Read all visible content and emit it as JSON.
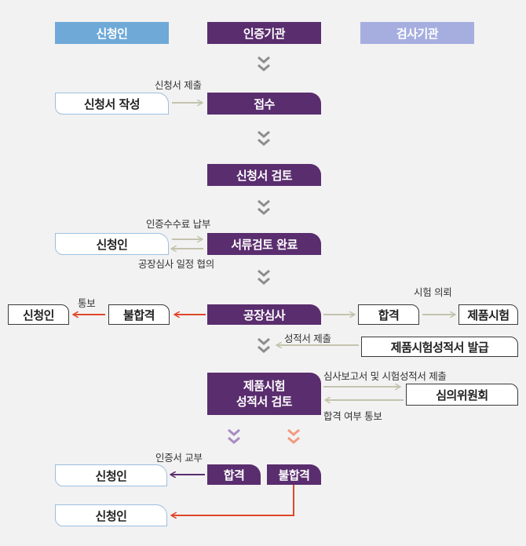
{
  "headers": {
    "applicant": "신청인",
    "certifier": "인증기관",
    "tester": "검사기관"
  },
  "boxes": {
    "write_application": "신청서 작성",
    "receipt": "접수",
    "application_review": "신청서 검토",
    "applicant_fee": "신청인",
    "doc_review_done": "서류검토 완료",
    "applicant_fail": "신청인",
    "fail_1": "불합격",
    "factory_audit": "공장심사",
    "pass_1": "합격",
    "product_test": "제품시험",
    "test_report_issue": "제품시험성적서 발급",
    "product_test_line1": "제품시험",
    "product_test_line2": "성적서 검토",
    "committee": "심의위원회",
    "final_pass": "합격",
    "final_fail": "불합격",
    "applicant_cert": "신청인",
    "applicant_final_fail": "신청인"
  },
  "labels": {
    "submit": "신청서 제출",
    "fee": "인증수수료 납부",
    "schedule": "공장심사 일정 협의",
    "notify": "통보",
    "test_request": "시험 의뢰",
    "report_submit": "성적서 제출",
    "audit_report_submit": "심사보고서 및 시험성적서 제출",
    "result_notify": "합격 여부 통보",
    "cert_issue": "인증서 교부"
  },
  "colors": {
    "purple": "#5a2d6e",
    "applicant_header": "#6ea9d8",
    "tester_header": "#a6aee0",
    "gray_arrow": "#c3c3ae",
    "red_arrow": "#e0462a",
    "chevron": "#8d8d8d",
    "chevron_purple": "#a78cc2",
    "chevron_orange": "#f39a80"
  }
}
